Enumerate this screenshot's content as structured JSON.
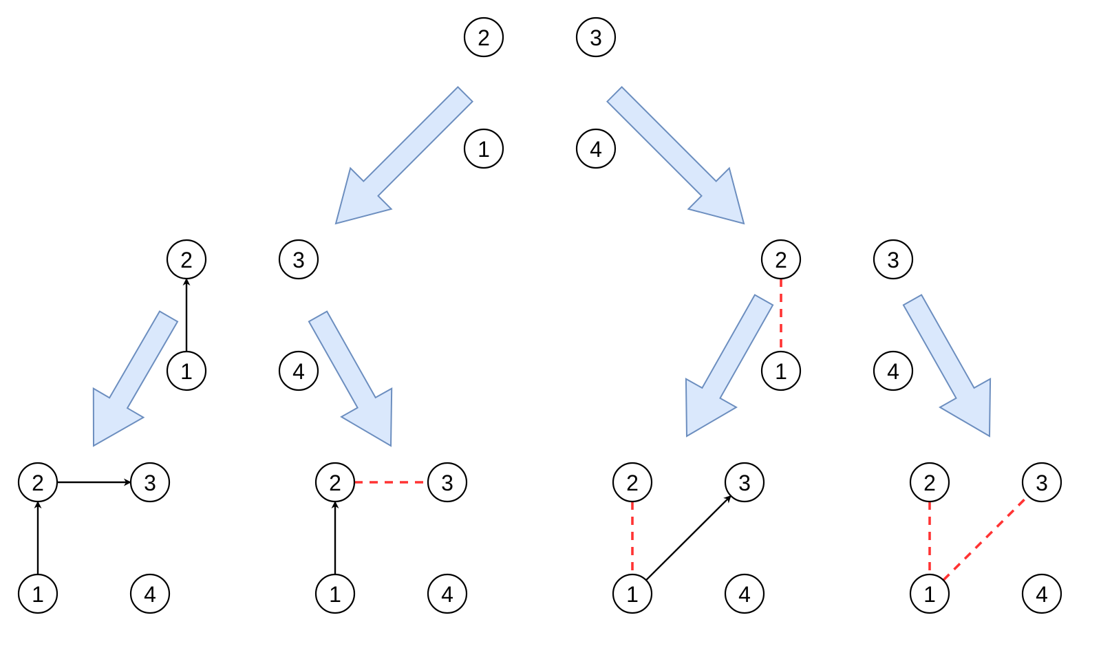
{
  "colors": {
    "flow_arrow_fill": "#dae8fc",
    "flow_arrow_stroke": "#6c8ebf",
    "dashed_edge": "#ff3333",
    "solid_edge": "#000000",
    "node_stroke": "#000000"
  },
  "panels": [
    {
      "id": "root",
      "nodes": [
        {
          "label": "1"
        },
        {
          "label": "2"
        },
        {
          "label": "3"
        },
        {
          "label": "4"
        }
      ],
      "edges": []
    },
    {
      "id": "level1-left",
      "nodes": [
        {
          "label": "1"
        },
        {
          "label": "2"
        },
        {
          "label": "3"
        },
        {
          "label": "4"
        }
      ],
      "edges": [
        {
          "from": "1",
          "to": "2",
          "style": "arrow"
        }
      ]
    },
    {
      "id": "level1-right",
      "nodes": [
        {
          "label": "1"
        },
        {
          "label": "2"
        },
        {
          "label": "3"
        },
        {
          "label": "4"
        }
      ],
      "edges": [
        {
          "from": "2",
          "to": "1",
          "style": "dashed"
        }
      ]
    },
    {
      "id": "leaf-1",
      "nodes": [
        {
          "label": "1"
        },
        {
          "label": "2"
        },
        {
          "label": "3"
        },
        {
          "label": "4"
        }
      ],
      "edges": [
        {
          "from": "1",
          "to": "2",
          "style": "arrow"
        },
        {
          "from": "2",
          "to": "3",
          "style": "arrow"
        }
      ]
    },
    {
      "id": "leaf-2",
      "nodes": [
        {
          "label": "1"
        },
        {
          "label": "2"
        },
        {
          "label": "3"
        },
        {
          "label": "4"
        }
      ],
      "edges": [
        {
          "from": "1",
          "to": "2",
          "style": "arrow"
        },
        {
          "from": "2",
          "to": "3",
          "style": "dashed"
        }
      ]
    },
    {
      "id": "leaf-3",
      "nodes": [
        {
          "label": "1"
        },
        {
          "label": "2"
        },
        {
          "label": "3"
        },
        {
          "label": "4"
        }
      ],
      "edges": [
        {
          "from": "2",
          "to": "1",
          "style": "dashed"
        },
        {
          "from": "1",
          "to": "3",
          "style": "arrow"
        }
      ]
    },
    {
      "id": "leaf-4",
      "nodes": [
        {
          "label": "1"
        },
        {
          "label": "2"
        },
        {
          "label": "3"
        },
        {
          "label": "4"
        }
      ],
      "edges": [
        {
          "from": "2",
          "to": "1",
          "style": "dashed"
        },
        {
          "from": "1",
          "to": "3",
          "style": "dashed"
        }
      ]
    }
  ],
  "flow_arrows": [
    {
      "from": "root",
      "to": "level1-left"
    },
    {
      "from": "root",
      "to": "level1-right"
    },
    {
      "from": "level1-left",
      "to": "leaf-1"
    },
    {
      "from": "level1-left",
      "to": "leaf-2"
    },
    {
      "from": "level1-right",
      "to": "leaf-3"
    },
    {
      "from": "level1-right",
      "to": "leaf-4"
    }
  ]
}
